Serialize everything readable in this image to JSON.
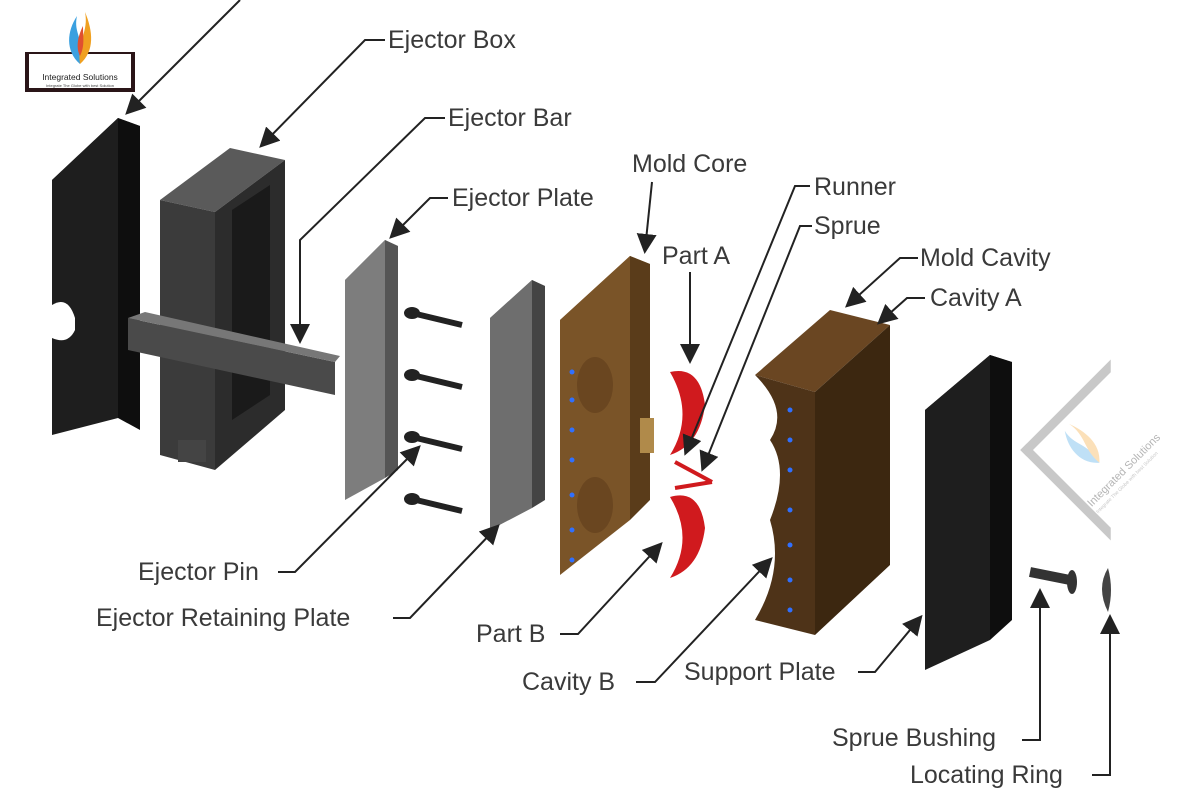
{
  "logo": {
    "title": "Integrated Solutions",
    "tagline": "Integrate The Globe with best Solution",
    "icon": "flame-swirl-icon"
  },
  "watermark": {
    "title": "Integrated Solutions",
    "tagline": "Integrate The Globe with best Solution"
  },
  "labels": {
    "ejector_box": "Ejector Box",
    "ejector_bar": "Ejector Bar",
    "ejector_plate": "Ejector Plate",
    "mold_core": "Mold Core",
    "runner": "Runner",
    "sprue": "Sprue",
    "part_a": "Part A",
    "mold_cavity": "Mold Cavity",
    "cavity_a": "Cavity A",
    "ejector_pin": "Ejector Pin",
    "ejector_retaining_plate": "Ejector Retaining Plate",
    "part_b": "Part B",
    "cavity_b": "Cavity B",
    "support_plate": "Support Plate",
    "sprue_bushing": "Sprue Bushing",
    "locating_ring": "Locating Ring"
  },
  "colors": {
    "black_plate": "#1e1e1e",
    "ejector_box": "#3b3b3b",
    "gray_plate": "#7d7d7d",
    "mold_core": "#7a5428",
    "mold_cavity": "#4e3318",
    "part_red": "#d01a1e",
    "leader": "#222222",
    "label_text": "#3a3a3a"
  }
}
